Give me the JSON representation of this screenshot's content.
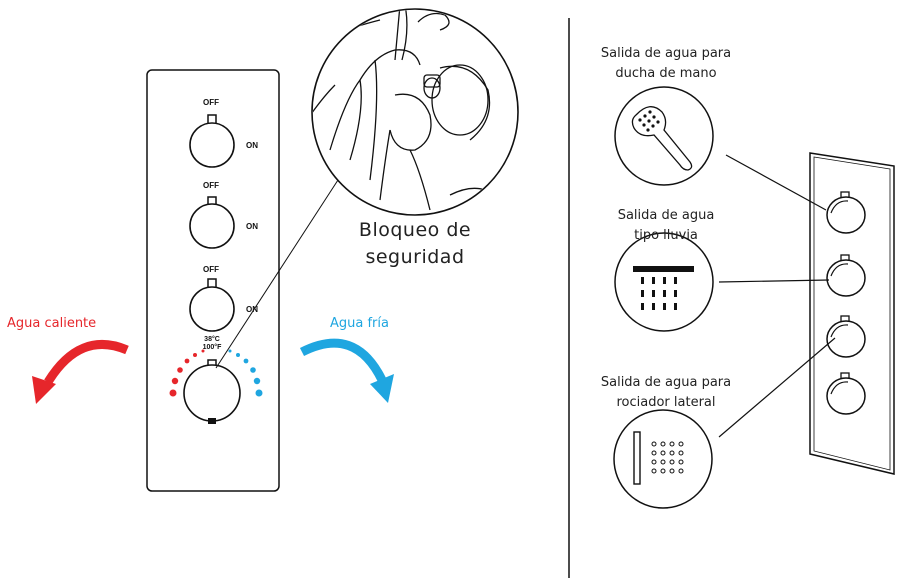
{
  "left_panel": {
    "valves": [
      {
        "off_label": "OFF",
        "on_label": "ON"
      },
      {
        "off_label": "OFF",
        "on_label": "ON"
      },
      {
        "off_label": "OFF",
        "on_label": "ON"
      }
    ],
    "temp_celsius": "38°C",
    "temp_fahrenheit": "100°F",
    "hot_label": "Agua caliente",
    "cold_label": "Agua fría",
    "lock_label_line1": "Bloqueo de",
    "lock_label_line2": "seguridad"
  },
  "right_panel": {
    "outlets": [
      {
        "line1": "Salida de agua para",
        "line2": "ducha de mano",
        "icon": "hand-shower-icon"
      },
      {
        "line1": "Salida de agua",
        "line2": "tipo lluvia",
        "icon": "rain-shower-icon"
      },
      {
        "line1": "Salida de agua para",
        "line2": "rociador lateral",
        "icon": "side-jet-icon"
      }
    ]
  },
  "colors": {
    "hot": "#e6262b",
    "cold": "#1fa6e0",
    "line": "#111111"
  }
}
